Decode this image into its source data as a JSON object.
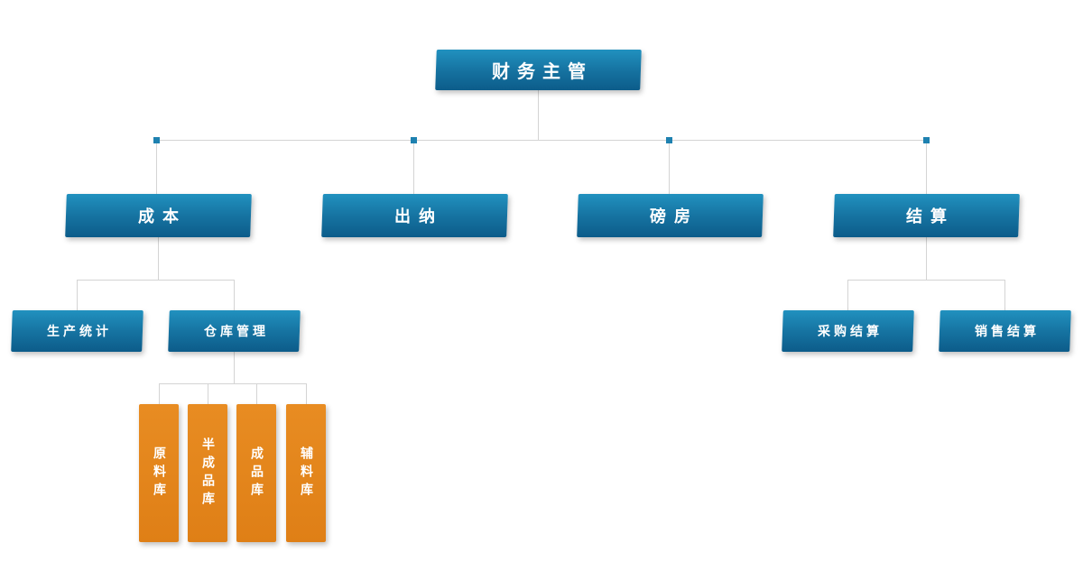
{
  "diagram": {
    "title": "finance-org-chart",
    "root": {
      "label": "财务主管"
    },
    "level2": [
      {
        "label": "成本"
      },
      {
        "label": "出纳"
      },
      {
        "label": "磅房"
      },
      {
        "label": "结算"
      }
    ],
    "cost_children": [
      {
        "label": "生产统计"
      },
      {
        "label": "仓库管理"
      }
    ],
    "warehouse_children": [
      {
        "label": "原料库"
      },
      {
        "label": "半成品库"
      },
      {
        "label": "成品库"
      },
      {
        "label": "辅料库"
      }
    ],
    "settlement_children": [
      {
        "label": "采购结算"
      },
      {
        "label": "销售结算"
      }
    ],
    "colors": {
      "node_blue_top": "#2191bf",
      "node_blue_bottom": "#0c5c8a",
      "node_orange": "#e2831c",
      "connector": "#d4d4d4",
      "junction_marker": "#1e81b0",
      "background": "#ffffff"
    }
  }
}
